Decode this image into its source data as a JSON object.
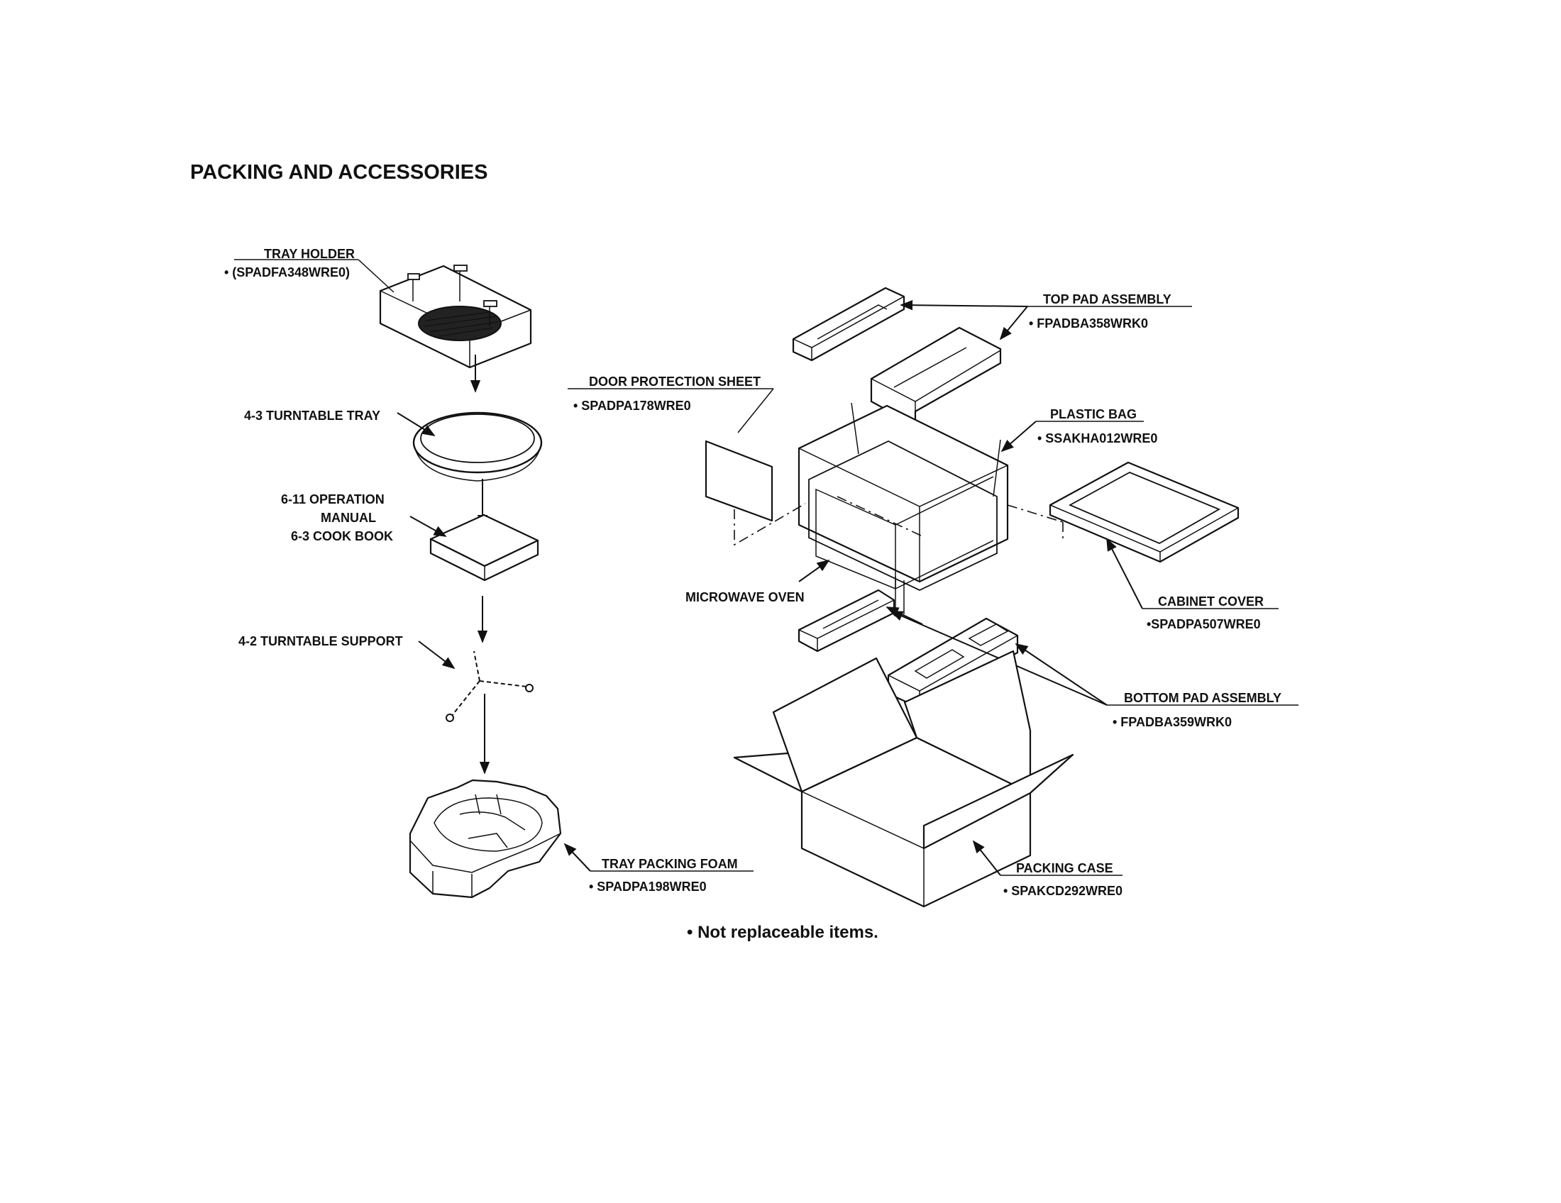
{
  "title": "PACKING AND ACCESSORIES",
  "note": "• Not replaceable items.",
  "labels": {
    "tray_holder": {
      "name": "TRAY HOLDER",
      "code": "• (SPADFA348WRE0)"
    },
    "turntable_tray": {
      "name": "4-3 TURNTABLE TRAY"
    },
    "operation_manual": {
      "line1": "6-11  OPERATION",
      "line2": "MANUAL",
      "line3": "6-3 COOK BOOK"
    },
    "turntable_support": {
      "name": "4-2 TURNTABLE SUPPORT"
    },
    "tray_packing_foam": {
      "name": "TRAY PACKING FOAM",
      "code": "• SPADPA198WRE0"
    },
    "door_protection_sheet": {
      "name": "DOOR PROTECTION SHEET",
      "code": "• SPADPA178WRE0"
    },
    "top_pad_assembly": {
      "name": "TOP PAD ASSEMBLY",
      "code": "• FPADBA358WRK0"
    },
    "plastic_bag": {
      "name": "PLASTIC BAG",
      "code": "• SSAKHA012WRE0"
    },
    "microwave_oven": {
      "name": "MICROWAVE OVEN"
    },
    "cabinet_cover": {
      "name": "CABINET COVER",
      "code": "•SPADPA507WRE0"
    },
    "bottom_pad_assembly": {
      "name": "BOTTOM PAD ASSEMBLY",
      "code": "• FPADBA359WRK0"
    },
    "packing_case": {
      "name": "PACKING CASE",
      "code": "• SPAKCD292WRE0"
    }
  }
}
